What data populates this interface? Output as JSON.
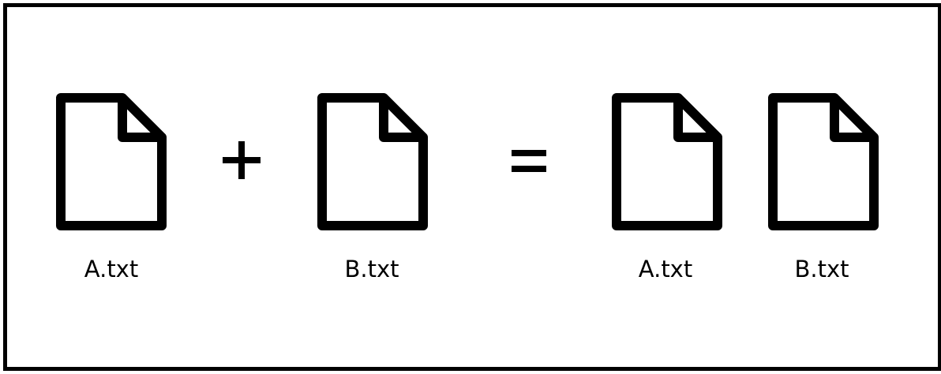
{
  "diagram": {
    "left_group": [
      {
        "file_name": "A.txt",
        "icon": "file-icon"
      },
      {
        "file_name": "B.txt",
        "icon": "file-icon"
      }
    ],
    "operators": {
      "plus": "+",
      "equals": "="
    },
    "result_group": [
      {
        "file_name": "A.txt",
        "icon": "file-icon"
      },
      {
        "file_name": "B.txt",
        "icon": "file-icon"
      }
    ],
    "colors": {
      "stroke": "#000000",
      "background": "#ffffff"
    }
  }
}
